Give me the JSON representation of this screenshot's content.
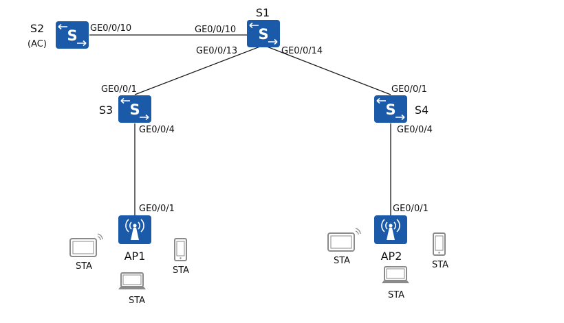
{
  "colors": {
    "device": "#1a5aa8",
    "terminal": "#8a8a8a",
    "line": "#1a1a1a"
  },
  "devices": {
    "s1": {
      "name": "S1",
      "icon": "switch-icon"
    },
    "s2": {
      "name": "S2",
      "sub": "(AC)",
      "icon": "switch-icon"
    },
    "s3": {
      "name": "S3",
      "icon": "switch-icon"
    },
    "s4": {
      "name": "S4",
      "icon": "switch-icon"
    },
    "ap1": {
      "name": "AP1",
      "icon": "access-point-icon"
    },
    "ap2": {
      "name": "AP2",
      "icon": "access-point-icon"
    }
  },
  "ports": {
    "s2_s1": "GE0/0/10",
    "s1_s2": "GE0/0/10",
    "s1_s3": "GE0/0/13",
    "s1_s4": "GE0/0/14",
    "s3_up": "GE0/0/1",
    "s3_down": "GE0/0/4",
    "s4_up": "GE0/0/1",
    "s4_down": "GE0/0/4",
    "ap1_up": "GE0/0/1",
    "ap2_up": "GE0/0/1"
  },
  "stations": {
    "ap1_tablet": {
      "label": "STA",
      "icon": "tablet-icon"
    },
    "ap1_phone": {
      "label": "STA",
      "icon": "phone-icon"
    },
    "ap1_laptop": {
      "label": "STA",
      "icon": "laptop-icon"
    },
    "ap2_tablet": {
      "label": "STA",
      "icon": "tablet-icon"
    },
    "ap2_phone": {
      "label": "STA",
      "icon": "phone-icon"
    },
    "ap2_laptop": {
      "label": "STA",
      "icon": "laptop-icon"
    }
  }
}
